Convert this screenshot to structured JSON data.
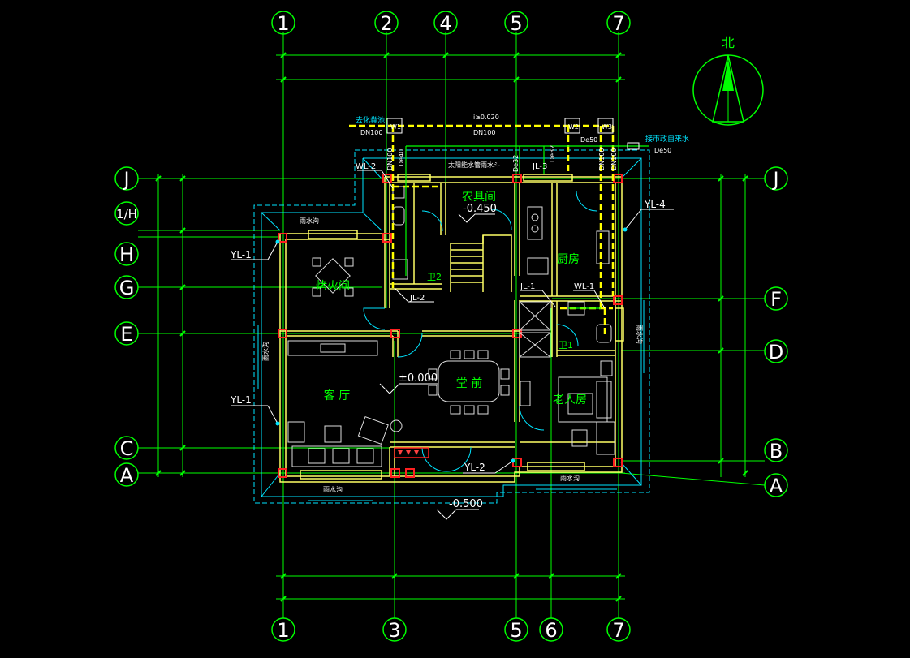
{
  "axes": {
    "top": [
      "1",
      "2",
      "4",
      "5",
      "7"
    ],
    "bottom": [
      "1",
      "3",
      "5",
      "6",
      "7"
    ],
    "left": [
      "J",
      "1/H",
      "H",
      "G",
      "E",
      "C",
      "A"
    ],
    "right": [
      "J",
      "F",
      "D",
      "B",
      "A"
    ]
  },
  "north_label": "北",
  "rooms": {
    "storage": "农具间",
    "fire_room": "烤火间",
    "kitchen": "厨房",
    "living": "客 厅",
    "hall": "堂 前",
    "elder_room": "老人房",
    "bath1": "卫1",
    "bath2": "卫2"
  },
  "levels": {
    "storage": "-0.450",
    "hall": "±0.000",
    "outside": "-0.500"
  },
  "pipe_tags": {
    "yl1_upper": "YL-1",
    "yl1_lower": "YL-1",
    "yl2": "YL-2",
    "yl4": "YL-4",
    "wl2": "WL-2",
    "wl1": "WL-1",
    "jl1": "JL-1",
    "jl2": "JL-2",
    "jl3": "JL-3"
  },
  "pipe_notes": {
    "septic": "去化粪池",
    "dn100_a": "DN100",
    "dn100_b": "DN100",
    "slope": "i≥0.020",
    "w1": "W1",
    "w2": "W2",
    "w3": "W3",
    "de50_a": "De50",
    "de50_b": "De50",
    "municipal": "接市政自来水",
    "solar": "太阳能水管雨水斗",
    "de40": "De40",
    "de32_a": "De32",
    "de32_b": "De32",
    "dn100_v1": "DN100",
    "dn100_v2": "DN100",
    "dn100_v3": "DN100",
    "rain_top": "雨水沟",
    "rain_left": "雨水沟",
    "rain_right": "雨水沟",
    "rain_bottom_a": "雨水沟",
    "rain_bottom_b": "雨水沟"
  },
  "colors": {
    "grid": "#00ff00",
    "wall": "#ffff66",
    "pipe": "#ffff00",
    "column": "#ff2020",
    "dim": "#00ffff"
  }
}
